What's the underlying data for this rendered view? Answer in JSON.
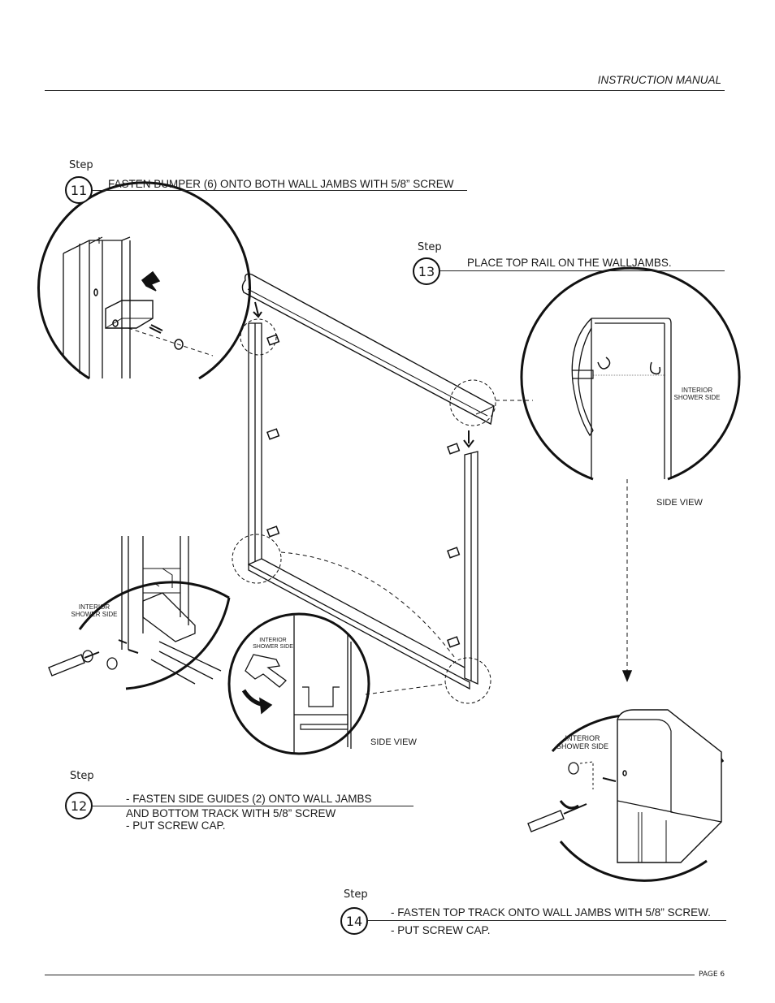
{
  "header": {
    "title": "INSTRUCTION MANUAL"
  },
  "footer": {
    "page": "PAGE 6"
  },
  "steps": [
    {
      "word": "Step",
      "number": "11",
      "lines": [
        "FASTEN BUMPER (6) ONTO BOTH WALL JAMBS WITH 5/8” SCREW"
      ]
    },
    {
      "word": "Step",
      "number": "13",
      "lines": [
        "PLACE TOP RAIL ON THE WALLJAMBS."
      ]
    },
    {
      "word": "Step",
      "number": "12",
      "lines": [
        "- FASTEN SIDE GUIDES (2) ONTO WALL JAMBS",
        "AND BOTTOM TRACK WITH 5/8” SCREW",
        "- PUT SCREW CAP."
      ]
    },
    {
      "word": "Step",
      "number": "14",
      "lines": [
        "- FASTEN TOP TRACK ONTO WALL JAMBS  WITH 5/8” SCREW.",
        "- PUT SCREW CAP."
      ]
    }
  ],
  "labels": {
    "interior_line1": "INTERIOR",
    "interior_line2": "SHOWER SIDE",
    "side_view": "SIDE VIEW"
  }
}
